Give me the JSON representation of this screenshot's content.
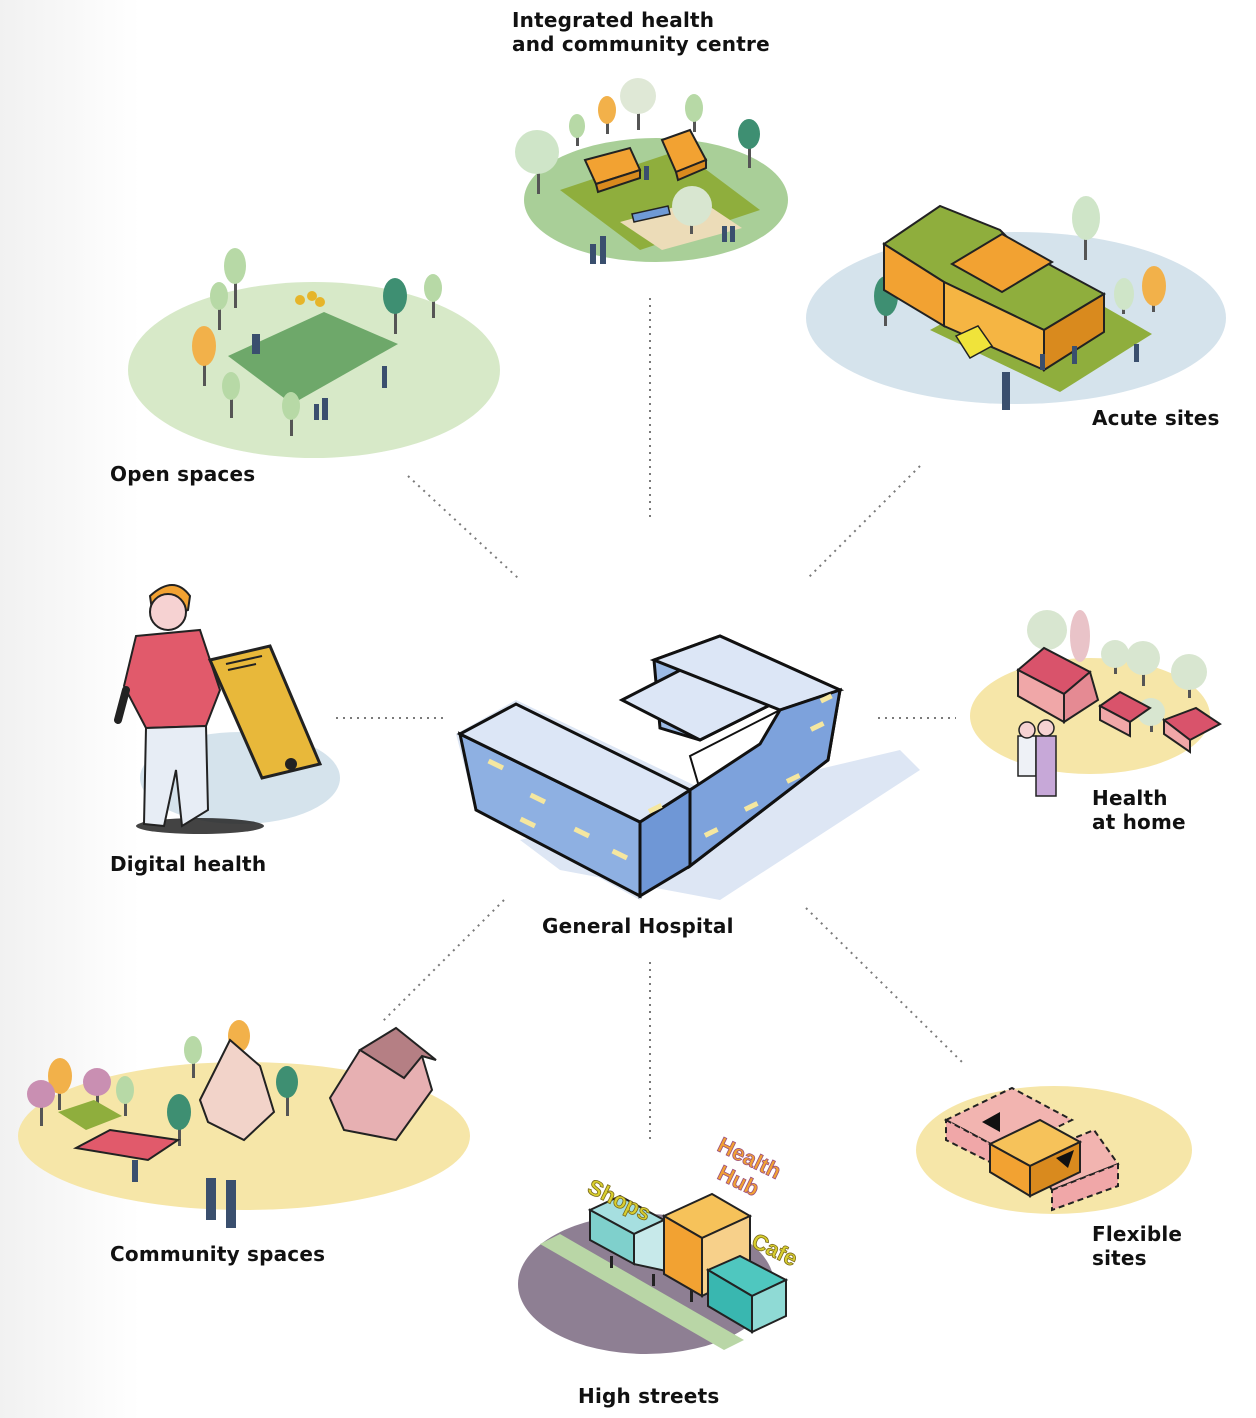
{
  "diagram": {
    "center": {
      "label": "General Hospital"
    },
    "nodes": [
      {
        "id": "integrated",
        "label": "Integrated health\nand community centre"
      },
      {
        "id": "acute",
        "label": "Acute sites"
      },
      {
        "id": "open",
        "label": "Open spaces"
      },
      {
        "id": "digital",
        "label": "Digital health"
      },
      {
        "id": "home",
        "label": "Health\nat home"
      },
      {
        "id": "community",
        "label": "Community spaces"
      },
      {
        "id": "highstreets",
        "label": "High streets"
      },
      {
        "id": "flexible",
        "label": "Flexible\nsites"
      }
    ],
    "signs": {
      "shops": "Shops",
      "health": "Health",
      "hub": "Hub",
      "cafe": "Cafe"
    },
    "colors": {
      "orange": "#f2a232",
      "green": "#8fae3d",
      "blue": "#b7cdef",
      "yellow": "#e8c13c",
      "pink": "#f0a7a8",
      "teal": "#39b7b0",
      "purple": "#8c7791"
    }
  }
}
